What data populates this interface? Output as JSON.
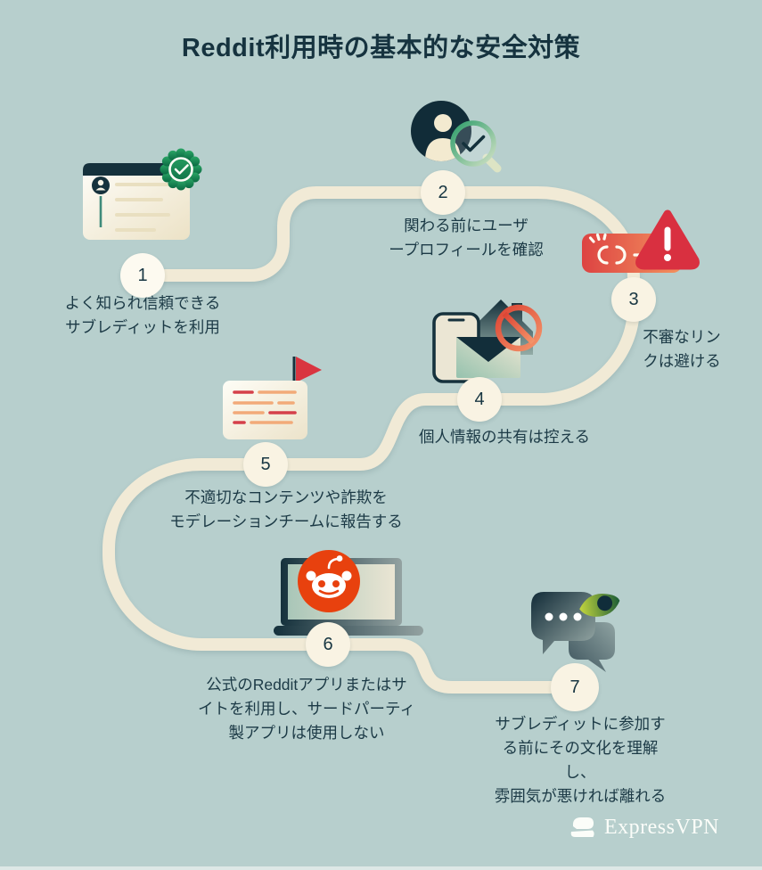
{
  "title": "Reddit利用時の基本的な安全対策",
  "steps": [
    {
      "number": "1",
      "label": "よく知られ信頼できる\nサブレディットを利用",
      "icon": "verified-subreddit-window-icon"
    },
    {
      "number": "2",
      "label": "関わる前にユーザ\nープロフィールを確認",
      "icon": "profile-check-magnifier-icon"
    },
    {
      "number": "3",
      "label": "不審なリン\nクは避ける",
      "icon": "broken-link-warning-icon"
    },
    {
      "number": "4",
      "label": "個人情報の共有は控える",
      "icon": "no-personal-info-icon"
    },
    {
      "number": "5",
      "label": "不適切なコンテンツや詐欺を\nモデレーションチームに報告する",
      "icon": "report-flag-icon"
    },
    {
      "number": "6",
      "label": "公式のRedditアプリまたはサ\nイトを利用し、サードパーティ\n製アプリは使用しない",
      "icon": "official-reddit-laptop-icon"
    },
    {
      "number": "7",
      "label": "サブレディットに参加す\nる前にその文化を理解し、\n雰囲気が悪ければ離れる",
      "icon": "community-culture-watch-icon"
    }
  ],
  "footer": {
    "brand": "ExpressVPN",
    "logo": "expressvpn-logo-icon"
  },
  "colors": {
    "background": "#b7cfcd",
    "path": "#f1ead6",
    "node_fill": "#f9f3e3",
    "text_navy": "#1c3a46",
    "badge_green": "#1f9e5f",
    "alert_red": "#d93040",
    "link_gradient_left": "#dd4342",
    "link_gradient_right": "#f3935f",
    "reddit_orange": "#e8410e",
    "eye_green": "#b6d23e"
  }
}
